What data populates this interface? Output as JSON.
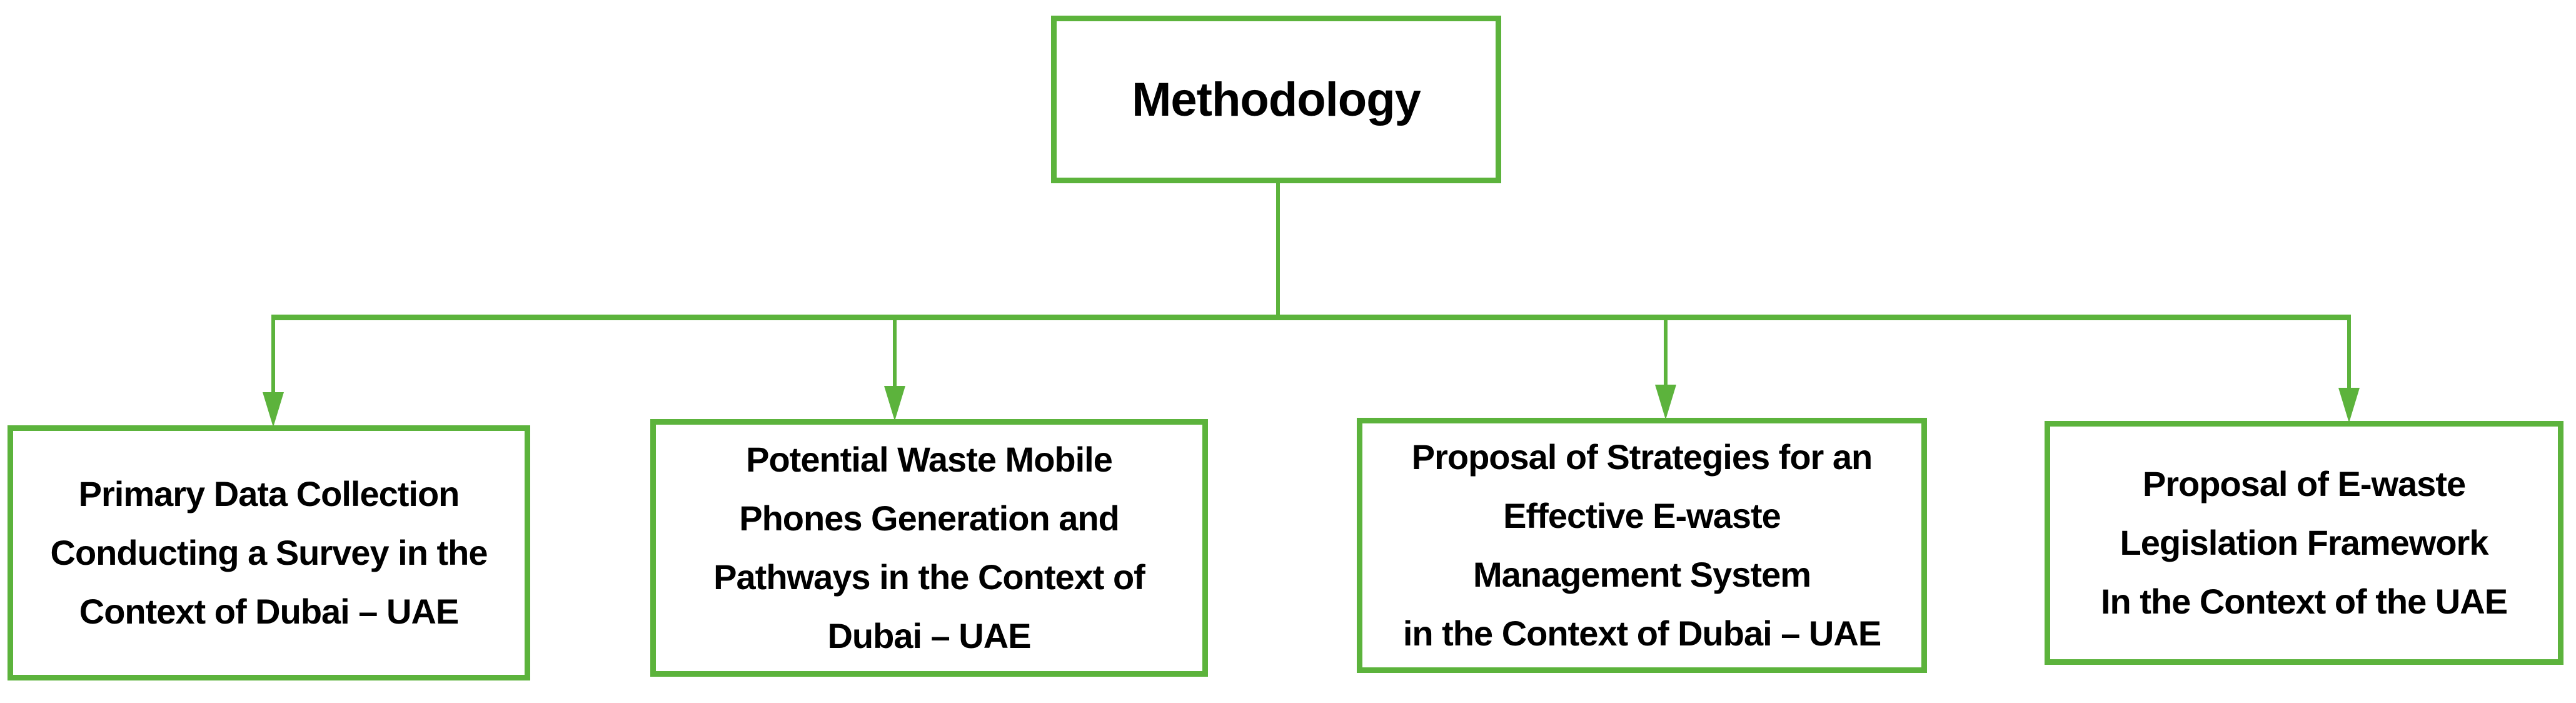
{
  "colors": {
    "accent_green": "#5CB33C",
    "text": "#000000",
    "background": "#FFFFFF"
  },
  "diagram": {
    "root": {
      "label": "Methodology"
    },
    "children": [
      {
        "id": "primary-data-collection",
        "lines": [
          "Primary Data Collection",
          "Conducting a Survey in the",
          "Context of Dubai – UAE"
        ]
      },
      {
        "id": "waste-mobile-phones-generation",
        "lines": [
          "Potential Waste Mobile",
          "Phones Generation and",
          "Pathways in the Context of",
          "Dubai – UAE"
        ]
      },
      {
        "id": "strategies-ewaste-management",
        "lines": [
          "Proposal of Strategies for an",
          "Effective E-waste",
          "Management System",
          "in the Context of Dubai – UAE"
        ]
      },
      {
        "id": "ewaste-legislation-framework",
        "lines": [
          "Proposal of E-waste",
          "Legislation Framework",
          "In the Context of the UAE"
        ]
      }
    ]
  }
}
